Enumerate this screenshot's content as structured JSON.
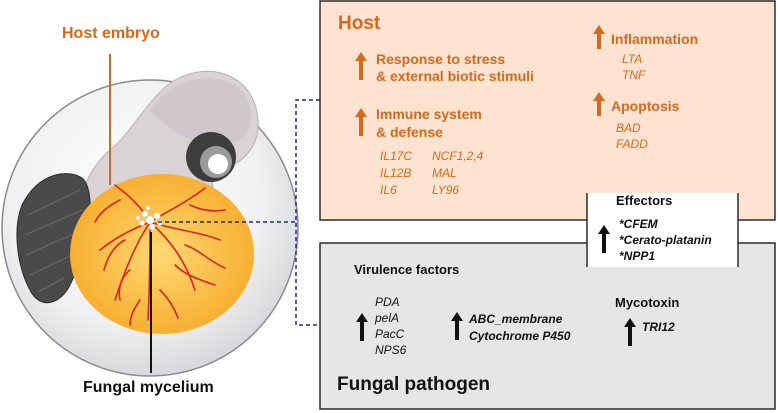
{
  "embryo": {
    "host_label": "Host embryo",
    "fungal_label": "Fungal mycelium"
  },
  "host": {
    "title": "Host",
    "groups": {
      "stress": {
        "label": "Response to stress\n& external biotic stimuli"
      },
      "immune": {
        "label": "Immune system\n& defense",
        "genes_col1": [
          "IL17C",
          "IL12B",
          "IL6"
        ],
        "genes_col2": [
          "NCF1,2,4",
          "MAL",
          "LY96"
        ]
      },
      "inflammation": {
        "label": "Inflammation",
        "genes": [
          "LTA",
          "TNF"
        ]
      },
      "apoptosis": {
        "label": "Apoptosis",
        "genes": [
          "BAD",
          "FADD"
        ]
      }
    }
  },
  "effectors": {
    "title": "Effectors",
    "items": [
      "*CFEM",
      "*Cerato-platanin",
      "*NPP1"
    ]
  },
  "pathogen": {
    "title": "Fungal pathogen",
    "virulence": {
      "title": "Virulence factors",
      "genes_col1": [
        "PDA",
        "pelA",
        "PacC",
        "NPS6"
      ],
      "genes_col2": [
        "ABC_membrane",
        "Cytochrome P450"
      ]
    },
    "mycotoxin": {
      "title": "Mycotoxin",
      "genes": [
        "TRI12"
      ]
    }
  },
  "colors": {
    "host_accent": "#d3691e",
    "host_box": "#fde3d0",
    "pathogen_box": "#e6e6e6",
    "connector": "#1a2a8a",
    "mycelium": "#d6261f",
    "yolk": "#f9b53a"
  }
}
